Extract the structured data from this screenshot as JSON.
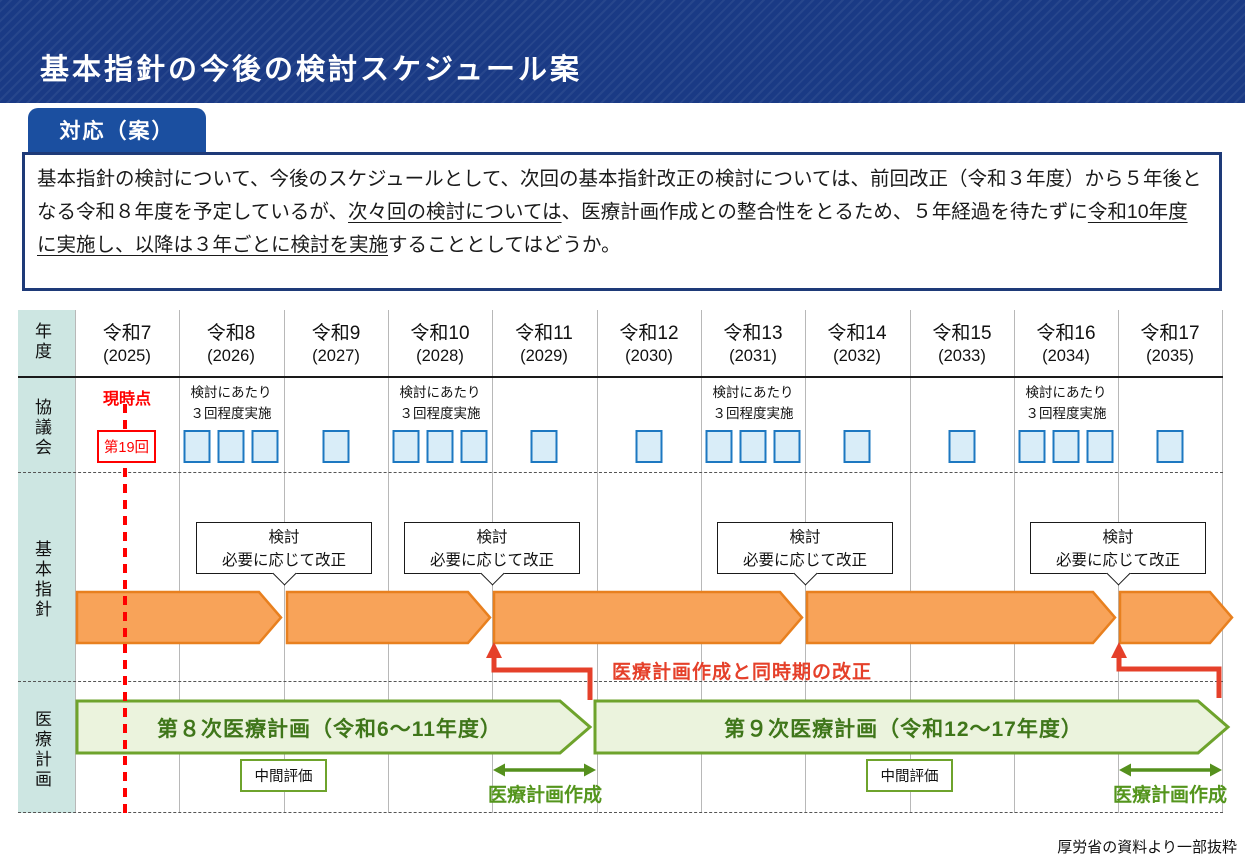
{
  "header": {
    "title": "基本指針の今後の検討スケジュール案"
  },
  "tab": {
    "label": "対応（案）"
  },
  "proposal": {
    "s1": "基本指針の検討について、今後のスケジュールとして、次回の基本指針改正の検討については、前回改正（令和３年度）から５年後となる令和８年度を予定しているが、",
    "s2": "次々回の検討については",
    "s3": "、医療計画作成との整合性をとるため、５年経過を待たずに",
    "s4": "令和10年度に実施し、以降は３年ごとに検討を実施",
    "s5": "することとしてはどうか。"
  },
  "timeline": {
    "row_labels": {
      "year": "年度",
      "council": "協議会",
      "guideline": "基本指針",
      "plan": "医療計画"
    },
    "years": [
      {
        "era": "令和7",
        "west": "(2025)"
      },
      {
        "era": "令和8",
        "west": "(2026)"
      },
      {
        "era": "令和9",
        "west": "(2027)"
      },
      {
        "era": "令和10",
        "west": "(2028)"
      },
      {
        "era": "令和11",
        "west": "(2029)"
      },
      {
        "era": "令和12",
        "west": "(2030)"
      },
      {
        "era": "令和13",
        "west": "(2031)"
      },
      {
        "era": "令和14",
        "west": "(2032)"
      },
      {
        "era": "令和15",
        "west": "(2033)"
      },
      {
        "era": "令和16",
        "west": "(2034)"
      },
      {
        "era": "令和17",
        "west": "(2035)"
      }
    ],
    "council": {
      "current_label": "現時点",
      "session_label": "第19回",
      "note_line1": "検討にあたり",
      "note_line2": "３回程度実施",
      "meetings_per_year": [
        0,
        3,
        1,
        3,
        1,
        1,
        3,
        1,
        1,
        3,
        1
      ]
    },
    "guideline": {
      "callout_line1": "検討",
      "callout_line2": "必要に応じて改正",
      "review_years": [
        "令和8",
        "令和10",
        "令和13",
        "令和16"
      ],
      "arrow_spans": [
        {
          "from": "令和7",
          "to": "令和8"
        },
        {
          "from": "令和9",
          "to": "令和10"
        },
        {
          "from": "令和11",
          "to": "令和13"
        },
        {
          "from": "令和14",
          "to": "令和16"
        },
        {
          "from": "令和17",
          "to": "令和17"
        }
      ],
      "annotation": "医療計画作成と同時期の改正"
    },
    "plan": {
      "plan8_label": "第８次医療計画（令和6～11年度）",
      "plan9_label": "第９次医療計画（令和12～17年度）",
      "interim_label": "中間評価",
      "creation_label": "医療計画作成"
    }
  },
  "footer": {
    "source": "厚労省の資料より一部抜粋"
  },
  "colors": {
    "header_navy": "#1a3a85",
    "tab_blue": "#1b4fa0",
    "box_border_navy": "#1e3a78",
    "label_bg_teal": "#cde6e2",
    "square_fill": "#d9edf8",
    "square_border": "#1d78c1",
    "orange_fill": "#F8A359",
    "orange_border": "#E8801F",
    "green_fill": "#EBF3DD",
    "green_border": "#6EA32C",
    "red": "#FF0000",
    "red_arrow": "#E5402A"
  }
}
